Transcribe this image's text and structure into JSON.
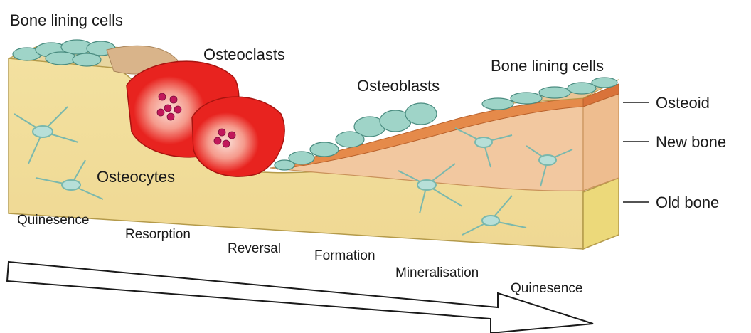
{
  "labels": {
    "bone_lining_cells_left": "Bone lining cells",
    "osteoclasts": "Osteoclasts",
    "osteoblasts": "Osteoblasts",
    "bone_lining_cells_right": "Bone lining cells",
    "osteocytes": "Osteocytes",
    "osteoid": "Osteoid",
    "new_bone": "New bone",
    "old_bone": "Old bone"
  },
  "phases": [
    "Quinesence",
    "Resorption",
    "Reversal",
    "Formation",
    "Mineralisation",
    "Quinesence"
  ],
  "colors": {
    "old_bone": "#f3e6a8",
    "old_bone_side": "#ecd97a",
    "new_bone": "#f2c8a0",
    "osteoid": "#e58a4a",
    "osteoclast": "#e8231f",
    "osteoclast_core": "#f6b3a8",
    "nucleus": "#c2185b",
    "cells": "#9fd4c8",
    "cell_outline": "#4a8c80",
    "osteocyte": "#b7dfd8"
  }
}
